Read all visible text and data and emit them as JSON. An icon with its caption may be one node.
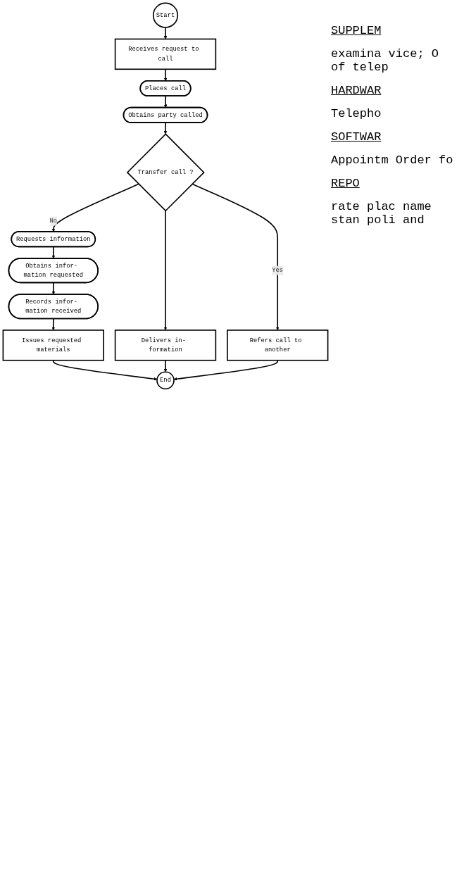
{
  "diagram": {
    "nodes": [
      {
        "text": [
          "Start"
        ]
      },
      {
        "text": [
          "Receives request to call"
        ]
      },
      {
        "text": [
          "Places call"
        ]
      },
      {
        "text": [
          "Obtains party called"
        ]
      },
      {
        "text": [
          "Transfer call ?"
        ]
      },
      {
        "text": [
          "Refers call to another"
        ]
      },
      {
        "text": [
          "Requests information"
        ]
      },
      {
        "text": [
          "Obtains infor- mation requested"
        ]
      },
      {
        "text": [
          "Records infor- mation received"
        ]
      },
      {
        "text": [
          "Issues requested materials"
        ]
      },
      {
        "text": [
          "Delivers in- formation"
        ]
      },
      {
        "text": [
          "End"
        ]
      }
    ],
    "edges": [
      {
        "from": 0,
        "to": 1,
        "arrow": "to"
      },
      {
        "from": 1,
        "to": 2,
        "arrow": "to"
      },
      {
        "from": 2,
        "to": 3,
        "arrow": "to"
      },
      {
        "from": 3,
        "to": 4,
        "arrow": "to"
      },
      {
        "from": 4,
        "to": 5,
        "arrow": "to",
        "label": "Yes"
      },
      {
        "from": 4,
        "to": 6,
        "arrow": "to",
        "label": "No"
      },
      {
        "from": 4,
        "to": 10,
        "arrow": "to"
      },
      {
        "from": 6,
        "to": 7,
        "arrow": "to"
      },
      {
        "from": 7,
        "to": 8,
        "arrow": "to"
      },
      {
        "from": 8,
        "to": 9,
        "arrow": "to"
      },
      {
        "from": 9,
        "to": 11,
        "arrow": "to"
      },
      {
        "from": 10,
        "to": 11,
        "arrow": "to"
      },
      {
        "from": 5,
        "to": 11,
        "arrow": "to"
      }
    ],
    "labels": [
      "SUPPLEM",
      "examina vice; O of telep",
      "HARDWAR",
      "Telepho",
      "SOFTWAR",
      "Appointm Order fo",
      "REPO",
      "rate plac name stan poli and"
    ]
  }
}
